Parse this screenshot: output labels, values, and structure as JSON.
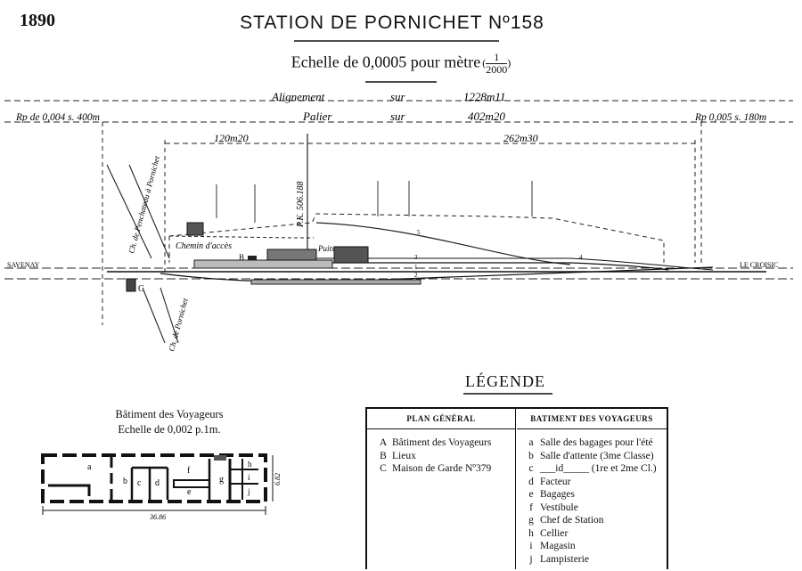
{
  "header": {
    "year": "1890",
    "title": "STATION DE PORNICHET Nº158",
    "scale_label": "Echelle de 0,0005 pour mètre",
    "scale_fraction_num": "1",
    "scale_fraction_den": "2000"
  },
  "plan": {
    "alignment_label": "Alignement",
    "alignment_sur": "sur",
    "alignment_value": "1228m11",
    "level_label": "Palier",
    "level_sur": "sur",
    "level_value": "402m20",
    "gradient_left": "Rp de 0,004 s. 400m",
    "gradient_right": "Rp 0,005 s. 180m",
    "dim_left": "120m20",
    "dim_right": "262m30",
    "pk_label": "P.K. 506.188",
    "road_top": "Ch. de Penchateau à Pornichet",
    "road_bottom": "Ch. de Pornichet",
    "access_road": "Chemin d'accès",
    "well_label": "Puits",
    "savenay": "SAVENAY",
    "le_croisic": "LE CROISIC",
    "building_b": "B",
    "building_c": "C",
    "track_numbers": [
      "1",
      "2",
      "3",
      "4",
      "5"
    ]
  },
  "legend": {
    "title": "LÉGENDE",
    "plan_general_head": "PLAN GÉNÉRAL",
    "batiment_head": "BATIMENT DES VOYAGEURS",
    "plan_general_items": [
      {
        "key": "A",
        "label": "Bâtiment des Voyageurs"
      },
      {
        "key": "B",
        "label": "Lieux"
      },
      {
        "key": "C",
        "label": "Maison de Garde Nº379"
      }
    ],
    "batiment_items": [
      {
        "key": "a",
        "label": "Salle des bagages pour l'été"
      },
      {
        "key": "b",
        "label": "Salle d'attente (3me Classe)"
      },
      {
        "key": "c",
        "label": "___id_____ (1re et 2me Cl.)"
      },
      {
        "key": "d",
        "label": "Facteur"
      },
      {
        "key": "e",
        "label": "Bagages"
      },
      {
        "key": "f",
        "label": "Vestibule"
      },
      {
        "key": "g",
        "label": "Chef de Station"
      },
      {
        "key": "h",
        "label": "Cellier"
      },
      {
        "key": "i",
        "label": "Magasin"
      },
      {
        "key": "j",
        "label": "Lampisterie"
      }
    ]
  },
  "batiment_plan": {
    "title": "Bâtiment des Voyageurs",
    "scale": "Echelle de 0,002 p.1m.",
    "width_dim": "36.86",
    "depth_dim": "6.82",
    "room_letters": [
      "a",
      "b",
      "c",
      "d",
      "e",
      "f",
      "g",
      "h",
      "i",
      "j"
    ]
  }
}
